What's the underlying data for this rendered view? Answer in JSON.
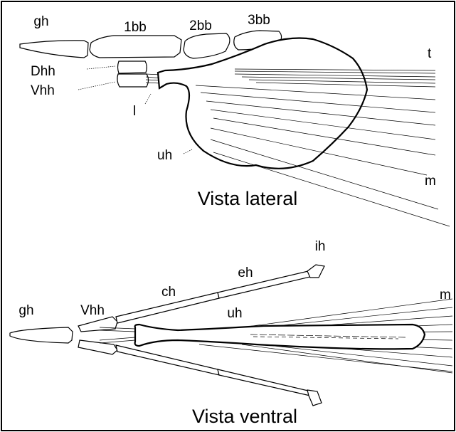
{
  "figure": {
    "lateral": {
      "title": "Vista lateral",
      "labels": {
        "gh": "gh",
        "bb1": "1bb",
        "bb2": "2bb",
        "bb3": "3bb",
        "dhh": "Dhh",
        "vhh": "Vhh",
        "l": "l",
        "uh": "uh",
        "t": "t",
        "m": "m"
      }
    },
    "ventral": {
      "title": "Vista ventral",
      "labels": {
        "gh": "gh",
        "vhh": "Vhh",
        "ch": "ch",
        "eh": "eh",
        "ih": "ih",
        "uh": "uh",
        "m": "m"
      }
    }
  }
}
